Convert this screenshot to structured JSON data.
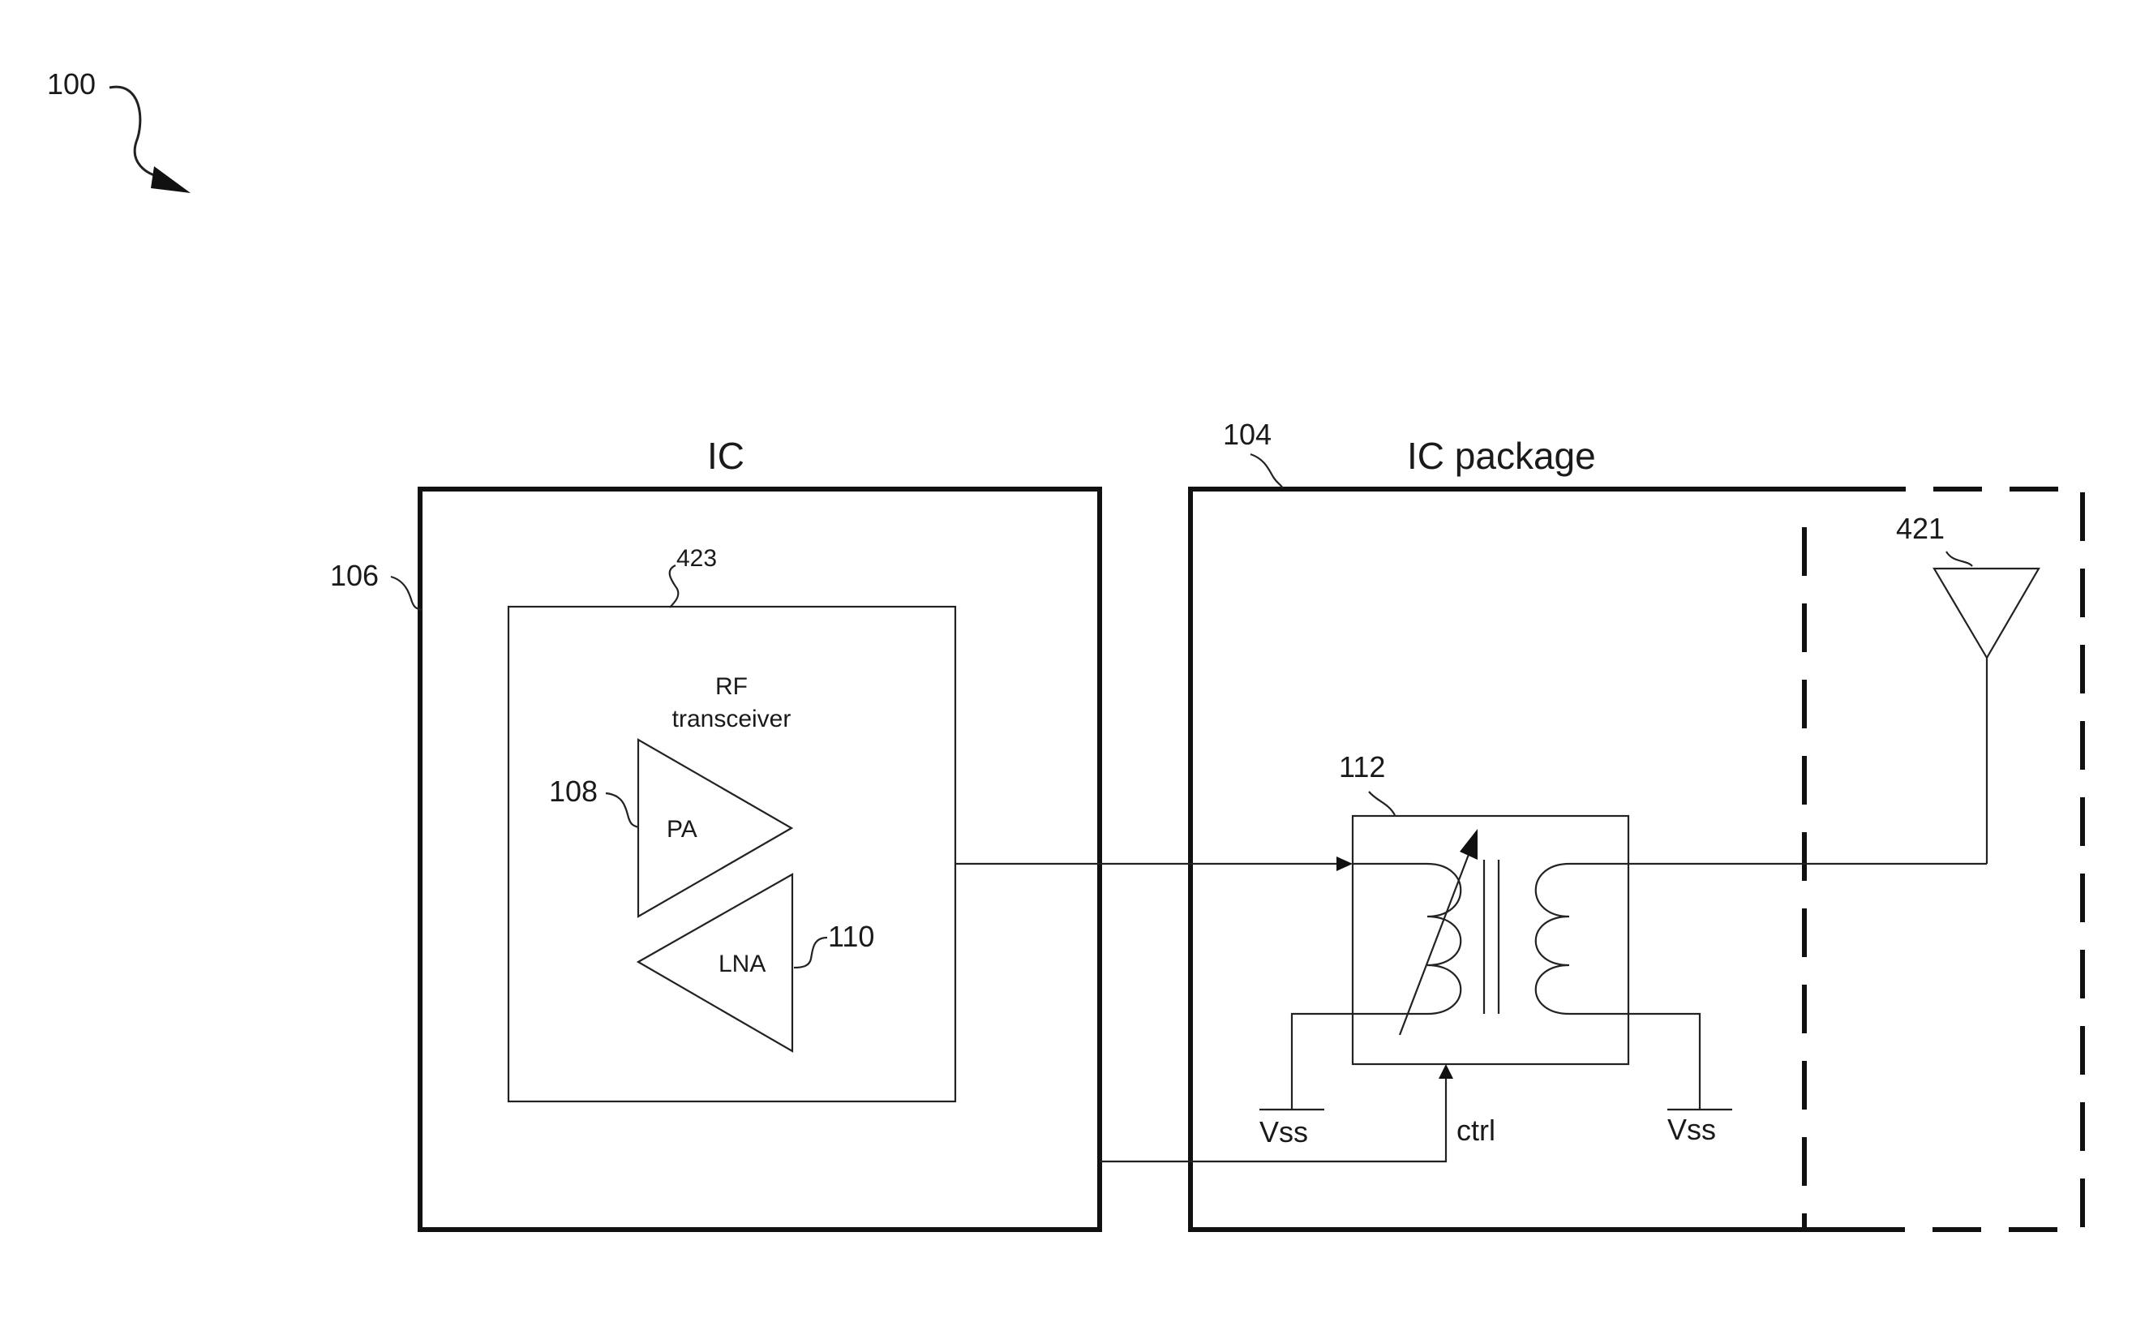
{
  "figure_ref": "100",
  "labels": {
    "ic_title": "IC",
    "ic_ref": "106",
    "package_title": "IC package",
    "package_ref": "104",
    "transceiver_ref": "423",
    "transceiver_label_line1": "RF",
    "transceiver_label_line2": "transceiver",
    "pa_label": "PA",
    "pa_ref": "108",
    "lna_label": "LNA",
    "lna_ref": "110",
    "transformer_ref": "112",
    "antenna_ref": "421",
    "vss_left": "Vss",
    "vss_right": "Vss",
    "ctrl": "ctrl"
  }
}
